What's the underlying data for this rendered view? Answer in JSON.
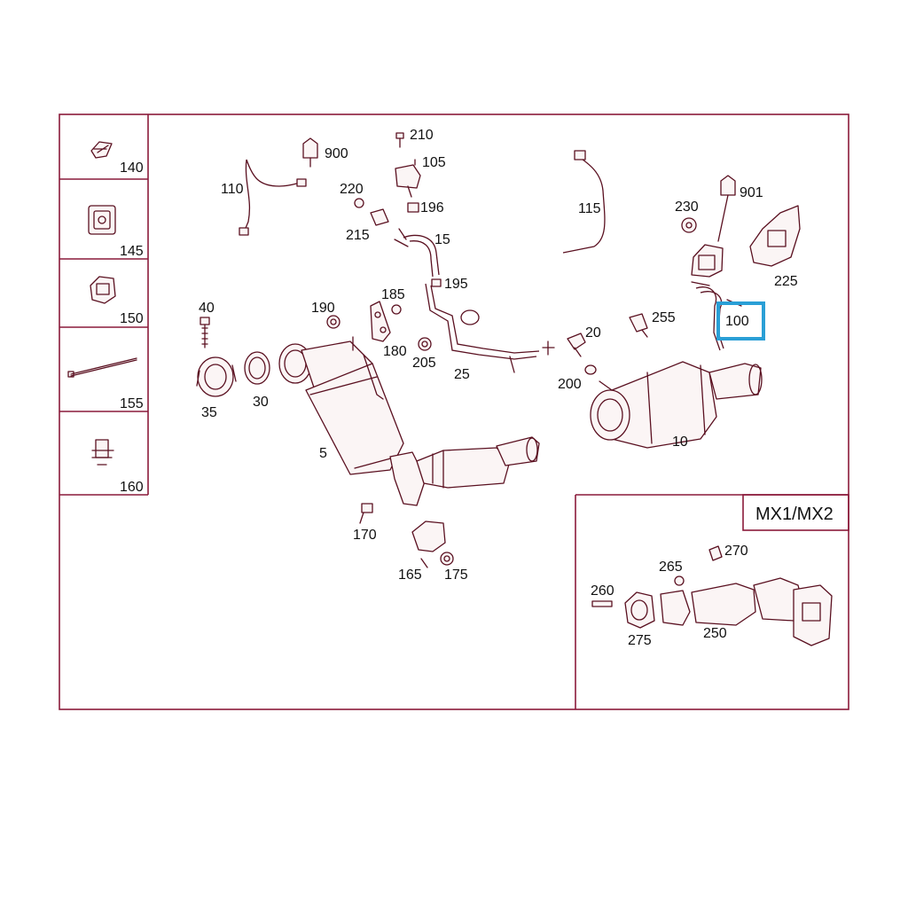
{
  "sidebar": {
    "items": [
      {
        "label": "140",
        "icon": "clip-icon"
      },
      {
        "label": "145",
        "icon": "plate-icon"
      },
      {
        "label": "150",
        "icon": "bracket-icon"
      },
      {
        "label": "155",
        "icon": "cable-tie-icon"
      },
      {
        "label": "160",
        "icon": "holder-icon"
      }
    ]
  },
  "inset": {
    "title": "MX1/MX2"
  },
  "highlight": {
    "part": "100",
    "color": "#2a9fd6"
  },
  "colors": {
    "frame": "#8a1a3a",
    "linework": "#5a1020"
  },
  "parts": {
    "p5": "5",
    "p10": "10",
    "p15": "15",
    "p20": "20",
    "p25": "25",
    "p30": "30",
    "p35": "35",
    "p40": "40",
    "p100": "100",
    "p105": "105",
    "p110": "110",
    "p115": "115",
    "p165": "165",
    "p170": "170",
    "p175": "175",
    "p180": "180",
    "p185": "185",
    "p190": "190",
    "p195": "195",
    "p196": "196",
    "p200": "200",
    "p205": "205",
    "p210": "210",
    "p215": "215",
    "p220": "220",
    "p225": "225",
    "p230": "230",
    "p250": "250",
    "p255": "255",
    "p260": "260",
    "p265": "265",
    "p270": "270",
    "p275": "275",
    "p900": "900",
    "p901": "901"
  }
}
